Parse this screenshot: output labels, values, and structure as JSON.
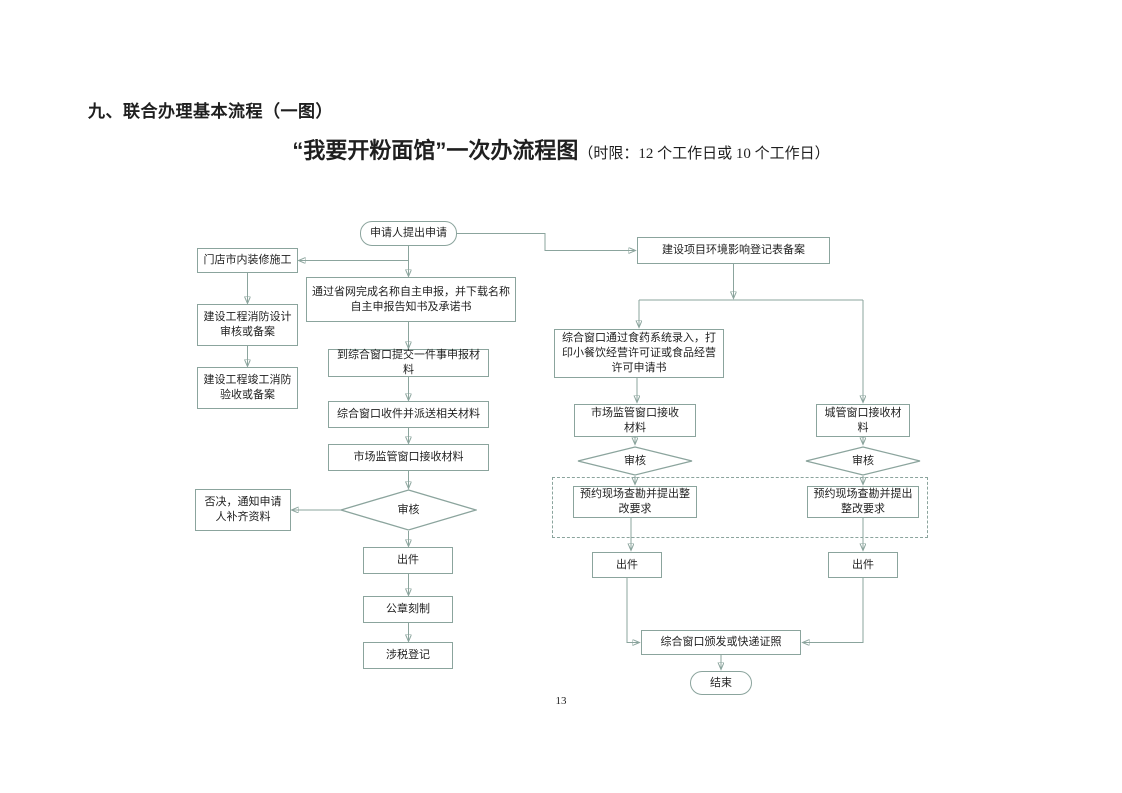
{
  "page": {
    "header": "九、联合办理基本流程（一图）",
    "title": "“我要开粉面馆”一次办流程图",
    "title_note": "（时限：12 个工作日或 10 个工作日）",
    "page_number": "13"
  },
  "colors": {
    "edge": "#8ba49d",
    "node-border": "#8ba49d",
    "text": "#1f1f1f"
  },
  "flowchart": {
    "nodes": {
      "start": "申请人提出申请",
      "shop_decoration": "门店市内装修施工",
      "fire_design_review": "建设工程消防设计审核或备案",
      "fire_completion_acceptance": "建设工程竣工消防验收或备案",
      "name_self_declare": "通过省网完成名称自主申报，并下载名称自主申报告知书及承诺书",
      "submit_materials": "到综合窗口提交一件事申报材料",
      "receive_dispatch": "综合窗口收件并派送相关材料",
      "market_window_receive": "市场监管窗口接收材料",
      "review_1": "审核",
      "reject_notice": "否决，通知申请人补齐资料",
      "issue_1": "出件",
      "seal_engraving": "公章刻制",
      "tax_registration": "涉税登记",
      "env_registration": "建设项目环境影响登记表备案",
      "food_system_entry": "综合窗口通过食药系统录入，打印小餐饮经营许可证或食品经营许可申请书",
      "market_window_receive_2": "市场监管窗口接收材料",
      "review_2": "审核",
      "site_survey_1": "预约现场查勘并提出整改要求",
      "issue_2": "出件",
      "urban_window_receive": "城管窗口接收材料",
      "review_3": "审核",
      "site_survey_2": "预约现场查勘并提出整改要求",
      "issue_3": "出件",
      "issue_license": "综合窗口颁发或快递证照",
      "end": "结束"
    }
  }
}
